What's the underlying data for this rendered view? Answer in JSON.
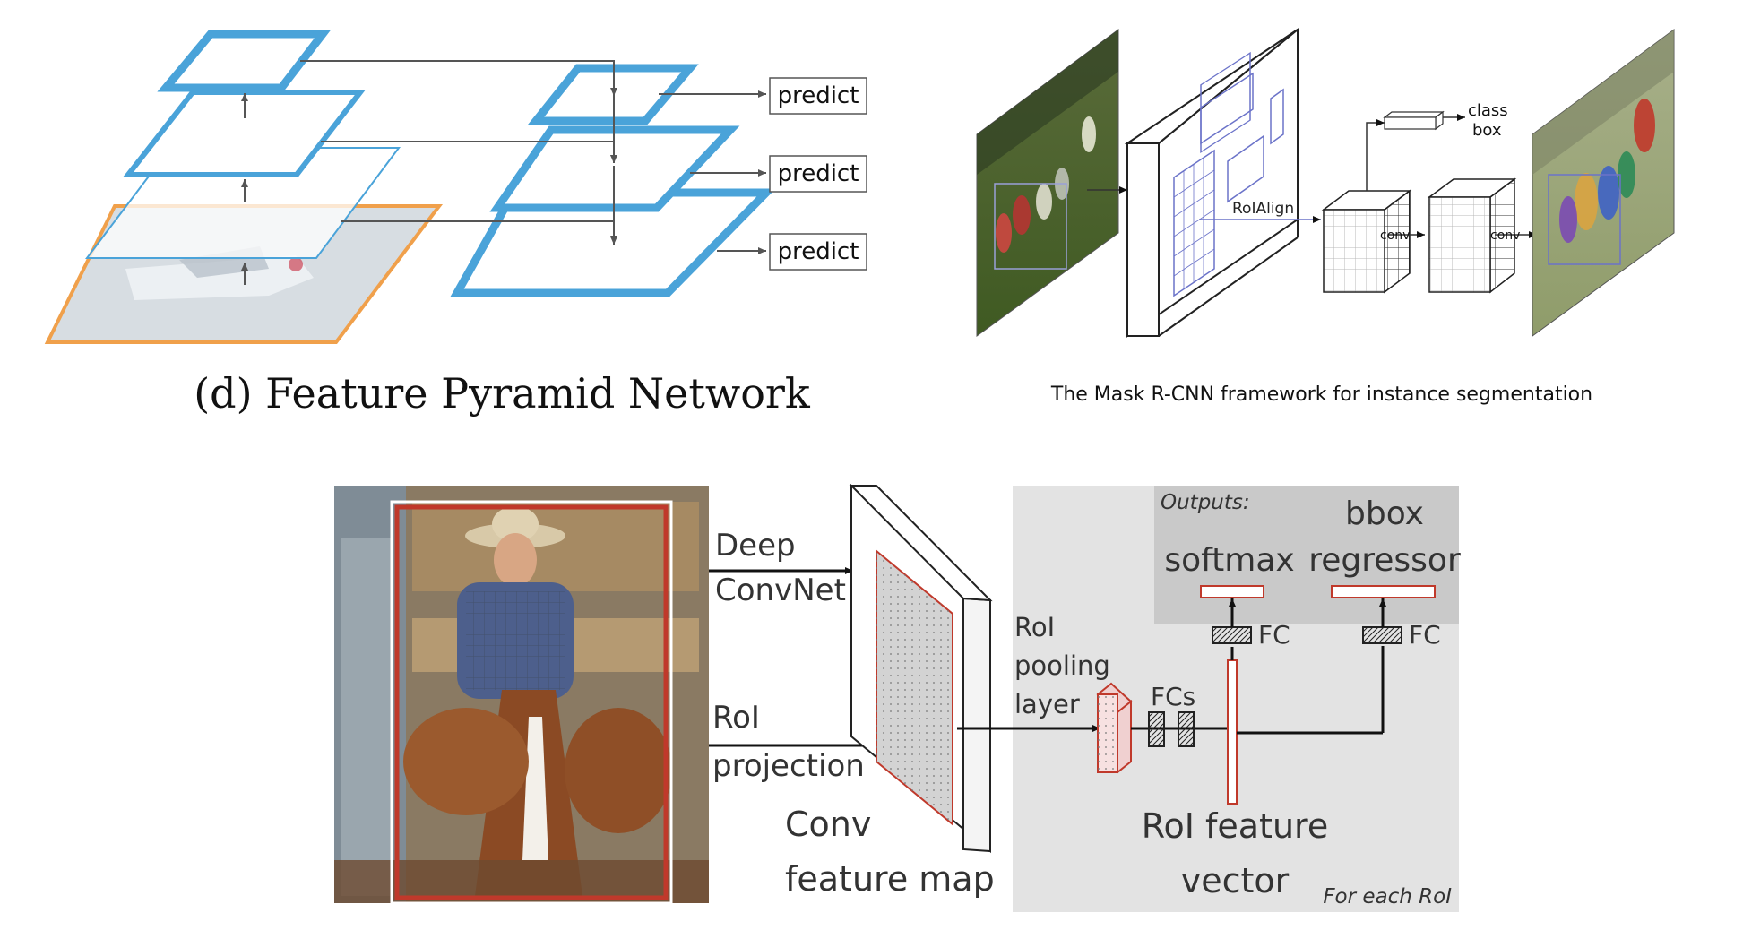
{
  "fpn": {
    "caption": "(d) Feature Pyramid Network",
    "predict_labels": [
      "predict",
      "predict",
      "predict"
    ],
    "colors": {
      "pyramid_edge": "#4aa3d9",
      "image_edge": "#f0a04b",
      "arrow": "#555555"
    }
  },
  "maskrcnn": {
    "caption": "The Mask R-CNN framework for instance segmentation",
    "roialign_label": "RoIAlign",
    "conv_labels": [
      "conv",
      "conv"
    ],
    "class_label": "class",
    "box_label": "box",
    "colors": {
      "roi_grid": "#6b73c9",
      "arrow": "#333333"
    }
  },
  "fastrcnn": {
    "deep_convnet_lines": [
      "Deep",
      "ConvNet"
    ],
    "roi_projection_lines": [
      "RoI",
      "projection"
    ],
    "conv_map_lines": [
      "Conv",
      "feature map"
    ],
    "roi_pooling_lines": [
      "RoI",
      "pooling",
      "layer"
    ],
    "fcs_label": "FCs",
    "fc_labels": [
      "FC",
      "FC"
    ],
    "outputs_label": "Outputs:",
    "softmax_label": "softmax",
    "bbox_lines": [
      "bbox",
      "regressor"
    ],
    "roi_vector_lines": [
      "RoI feature",
      "vector"
    ],
    "for_each_label": "For each RoI",
    "colors": {
      "panel_bg": "#e3e3e3",
      "outputs_bg": "#c9c9c9",
      "roi_red": "#c0392b",
      "text": "#333333"
    }
  }
}
